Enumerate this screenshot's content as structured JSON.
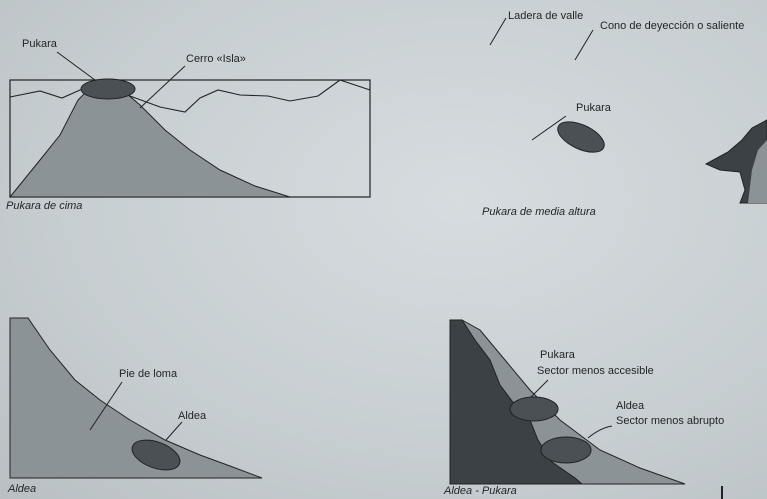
{
  "figure_top_left": {
    "label_pukara": "Pukara",
    "label_cerro": "Cerro «Isla»",
    "caption": "Pukara de cima"
  },
  "figure_top_right": {
    "label_ladera": "Ladera de valle",
    "label_cono": "Cono de deyección o saliente",
    "label_pukara": "Pukara",
    "caption": "Pukara de media altura"
  },
  "figure_bottom_left": {
    "label_pie": "Pie de loma",
    "label_aldea": "Aldea",
    "caption": "Aldea"
  },
  "figure_bottom_right": {
    "label_pukara": "Pukara",
    "label_sector_accesible": "Sector menos accesible",
    "label_aldea": "Aldea",
    "label_sector_abrupto": "Sector menos abrupto",
    "caption": "Aldea - Pukara"
  },
  "colors": {
    "hill_fill": "#8c9396",
    "dark_fill": "#3b4144",
    "site_fill": "#4a5053",
    "ink": "#1f2326"
  }
}
